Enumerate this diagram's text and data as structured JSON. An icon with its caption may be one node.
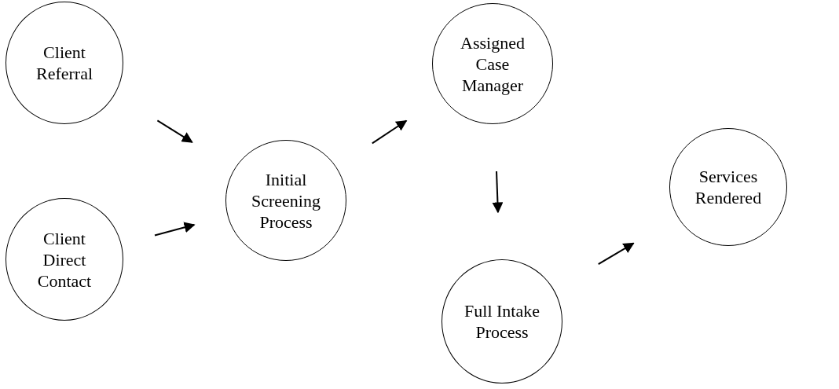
{
  "diagram": {
    "nodes": [
      {
        "text": [
          "Client Referral"
        ]
      },
      {
        "text": [
          "Client Direct Contact"
        ]
      },
      {
        "text": [
          "Initial Screening Process"
        ]
      },
      {
        "text": [
          "Assigned Case Manager"
        ]
      },
      {
        "text": [
          "Full Intake Process"
        ]
      },
      {
        "text": [
          "Services Rendered"
        ]
      }
    ],
    "edges": [
      {
        "from": 0,
        "to": 2,
        "arrow": "to"
      },
      {
        "from": 1,
        "to": 2,
        "arrow": "to"
      },
      {
        "from": 2,
        "to": 3,
        "arrow": "to"
      },
      {
        "from": 3,
        "to": 4,
        "arrow": "to"
      },
      {
        "from": 4,
        "to": 5,
        "arrow": "to"
      }
    ]
  }
}
